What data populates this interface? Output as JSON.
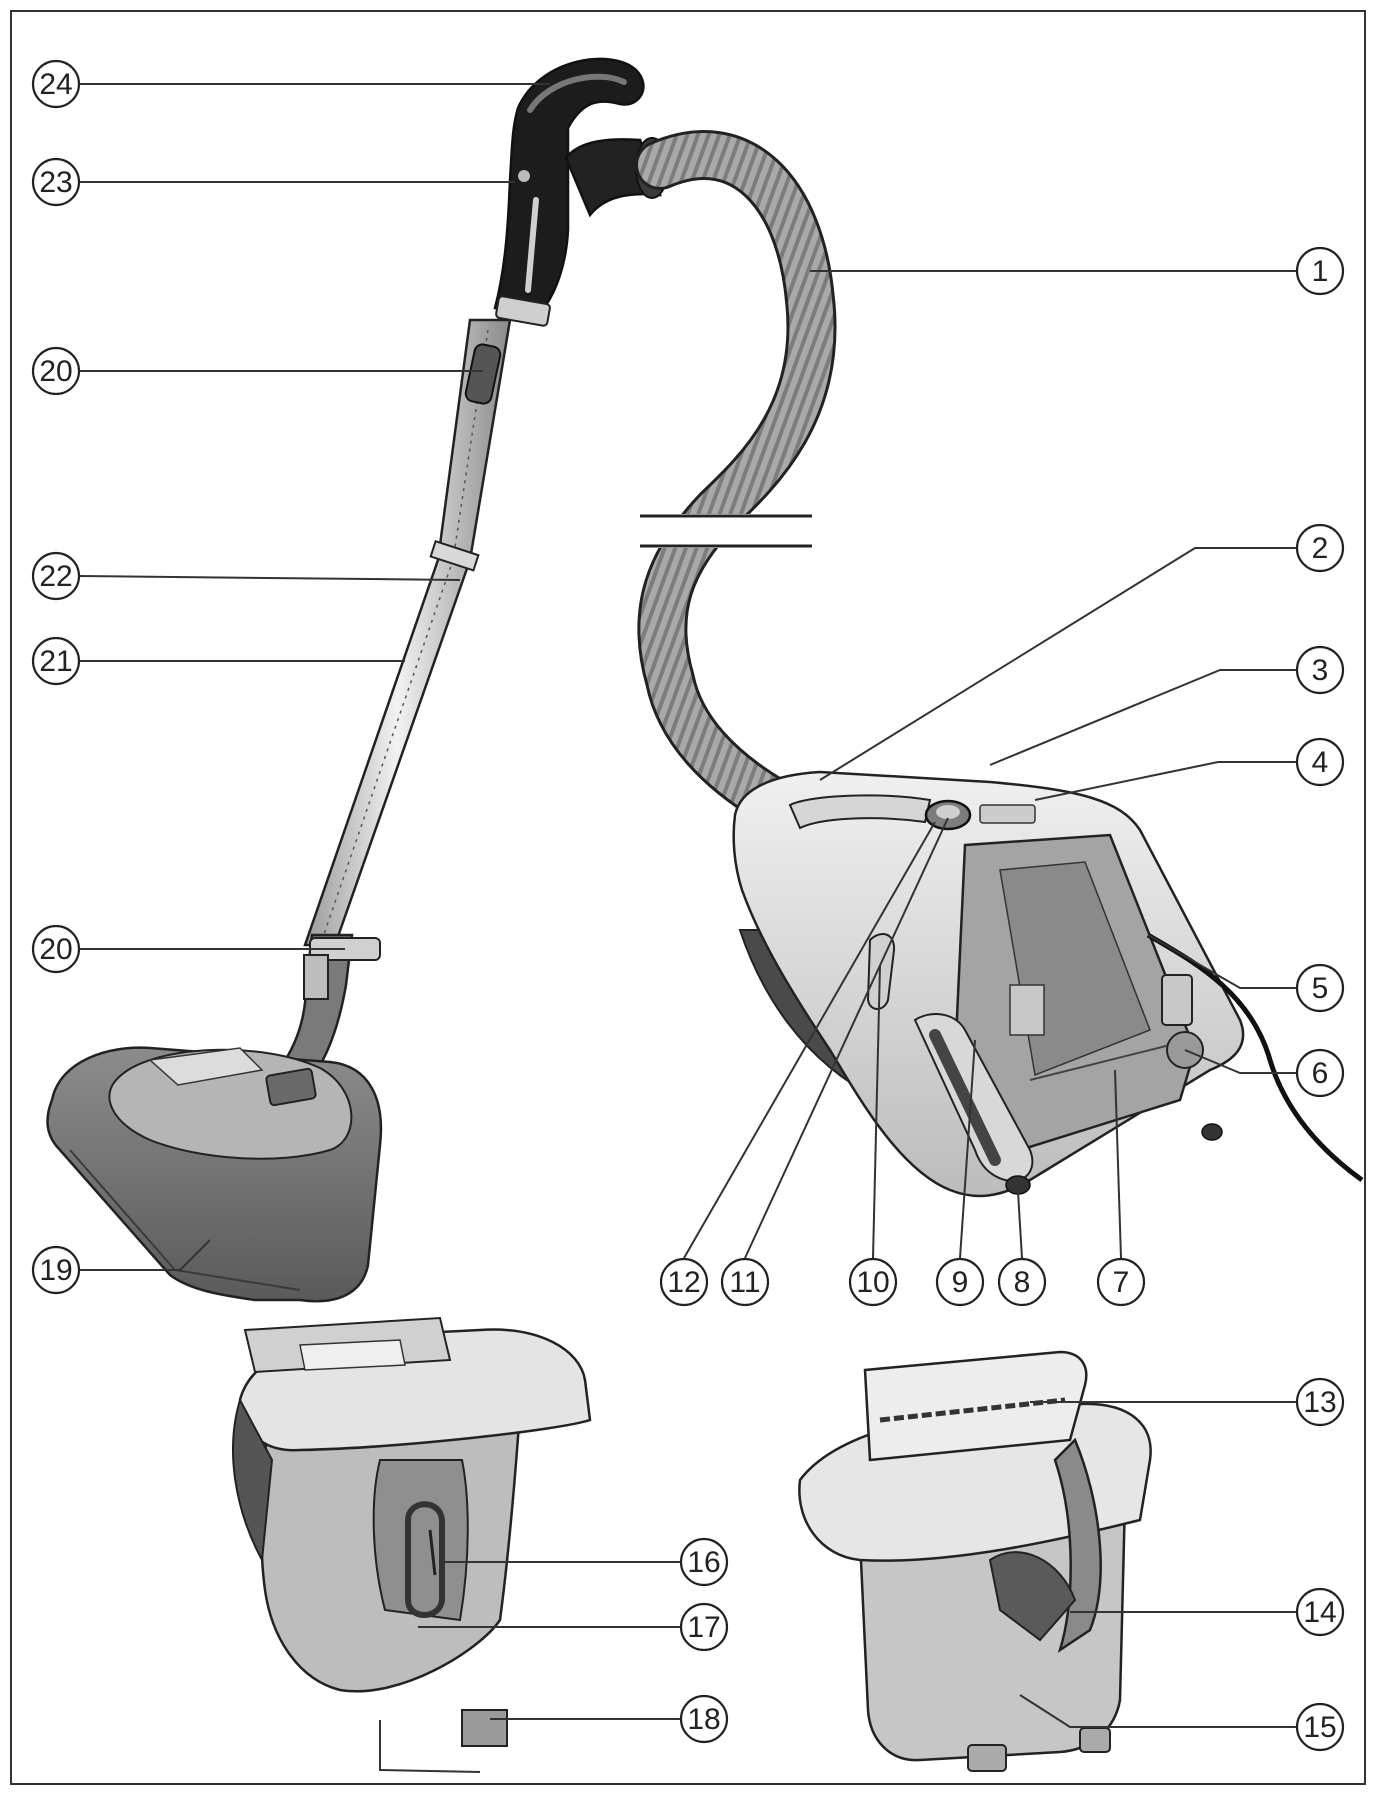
{
  "callouts": [
    {
      "id": "c24",
      "label": "24"
    },
    {
      "id": "c23",
      "label": "23"
    },
    {
      "id": "c20a",
      "label": "20"
    },
    {
      "id": "c22",
      "label": "22"
    },
    {
      "id": "c21",
      "label": "21"
    },
    {
      "id": "c20b",
      "label": "20"
    },
    {
      "id": "c19",
      "label": "19"
    },
    {
      "id": "c1",
      "label": "1"
    },
    {
      "id": "c2",
      "label": "2"
    },
    {
      "id": "c3",
      "label": "3"
    },
    {
      "id": "c4",
      "label": "4"
    },
    {
      "id": "c5",
      "label": "5"
    },
    {
      "id": "c6",
      "label": "6"
    },
    {
      "id": "c12",
      "label": "12"
    },
    {
      "id": "c11",
      "label": "11"
    },
    {
      "id": "c10",
      "label": "10"
    },
    {
      "id": "c9",
      "label": "9"
    },
    {
      "id": "c8",
      "label": "8"
    },
    {
      "id": "c7",
      "label": "7"
    },
    {
      "id": "c13",
      "label": "13"
    },
    {
      "id": "c14",
      "label": "14"
    },
    {
      "id": "c15",
      "label": "15"
    },
    {
      "id": "c16",
      "label": "16"
    },
    {
      "id": "c17",
      "label": "17"
    },
    {
      "id": "c18",
      "label": "18"
    }
  ],
  "colors": {
    "outline": "#222222",
    "body_light": "#e4e4e4",
    "body_mid": "#c4c4c4",
    "body_dark": "#6e6e6e",
    "handle_black": "#1c1c1c",
    "hose": "#9a9a9a"
  }
}
